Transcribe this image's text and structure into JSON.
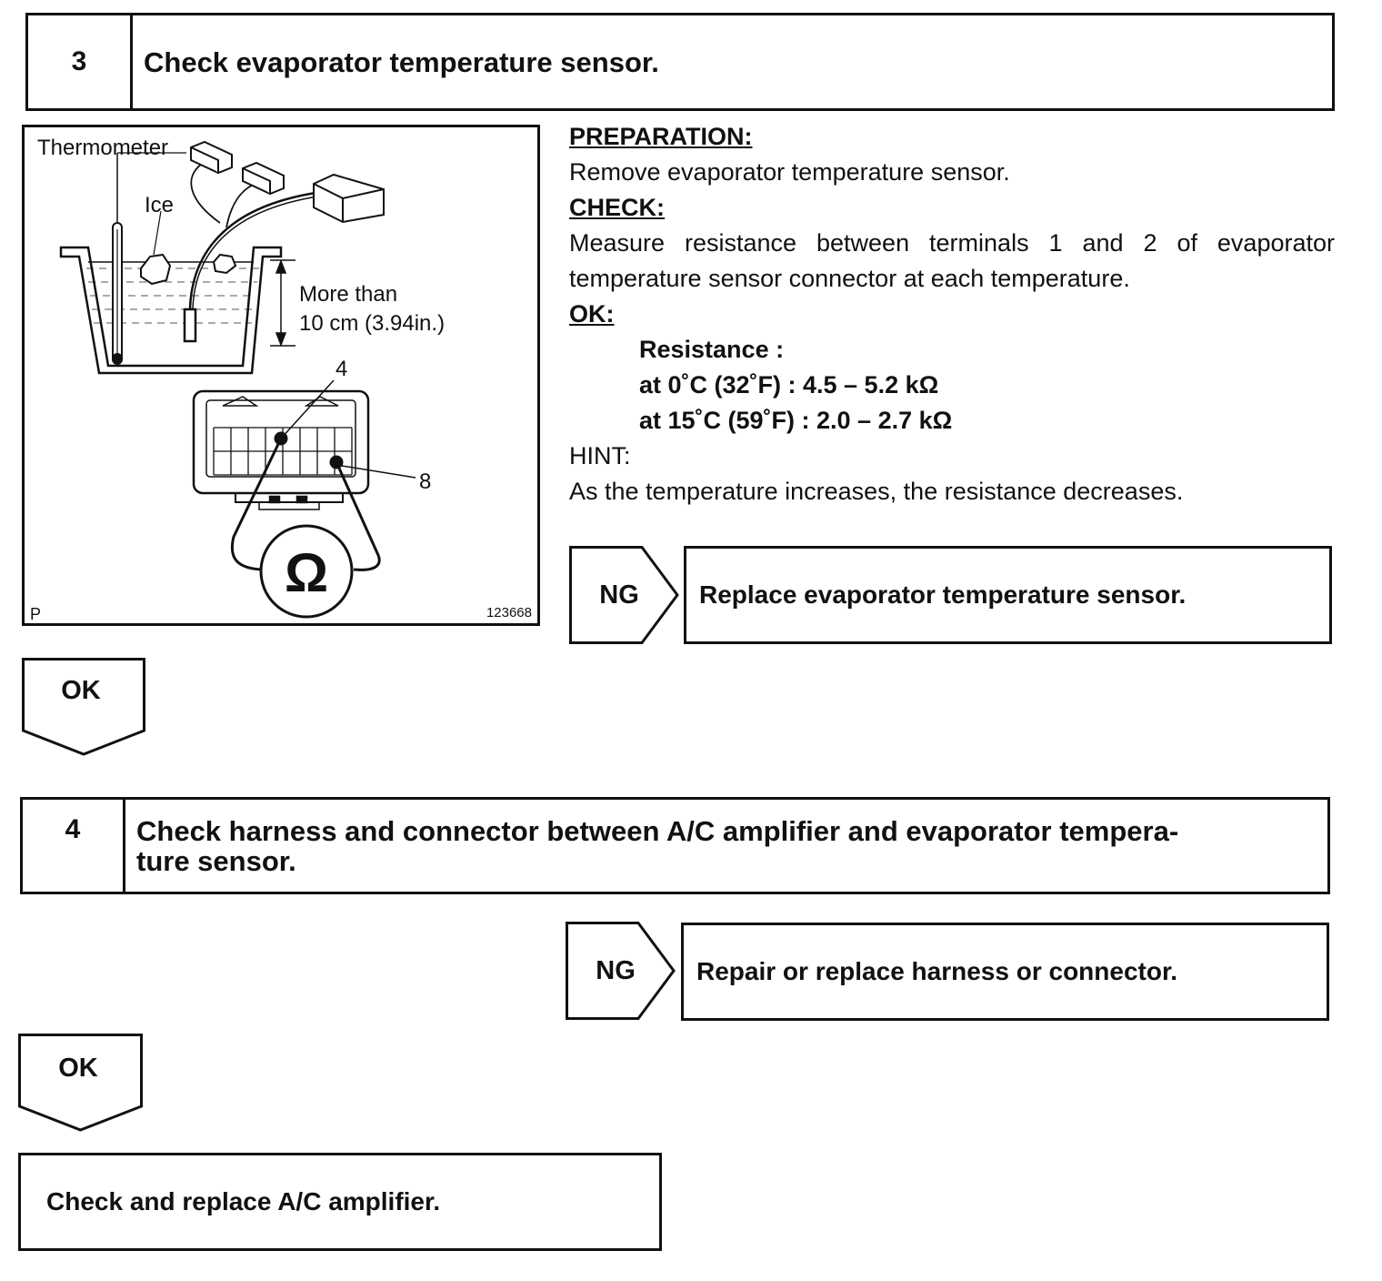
{
  "step3": {
    "number": "3",
    "title": "Check evaporator temperature sensor."
  },
  "figure": {
    "labels": {
      "thermometer": "Thermometer",
      "ice": "Ice",
      "more_than": "More than",
      "distance": "10 cm (3.94in.)",
      "terminal_4": "4",
      "terminal_8": "8",
      "ohm": "Ω",
      "corner_p": "P",
      "figure_id": "123668"
    }
  },
  "instructions": {
    "preparation_header": "PREPARATION:",
    "preparation_text": "Remove evaporator temperature sensor.",
    "check_header": "CHECK:",
    "check_text_line1": "Measure resistance between terminals 1 and 2 of evaporator",
    "check_text_line2": "temperature sensor connector at each temperature.",
    "ok_header": "OK:",
    "resistance_label": "Resistance :",
    "spec_0c": "at 0˚C (32˚F) : 4.5 – 5.2 kΩ",
    "spec_15c": "at 15˚C (59˚F) : 2.0 – 2.7 kΩ",
    "hint_header": "HINT:",
    "hint_text": "As the temperature increases, the resistance decreases."
  },
  "ng1": {
    "tag": "NG",
    "action": "Replace evaporator temperature sensor."
  },
  "ok1": {
    "tag": "OK"
  },
  "step4": {
    "number": "4",
    "title_line1": "Check harness and connector between A/C amplifier and evaporator tempera-",
    "title_line2": "ture sensor."
  },
  "ng2": {
    "tag": "NG",
    "action": "Repair or replace harness or connector."
  },
  "ok2": {
    "tag": "OK"
  },
  "final": {
    "action": "Check and replace A/C amplifier."
  }
}
